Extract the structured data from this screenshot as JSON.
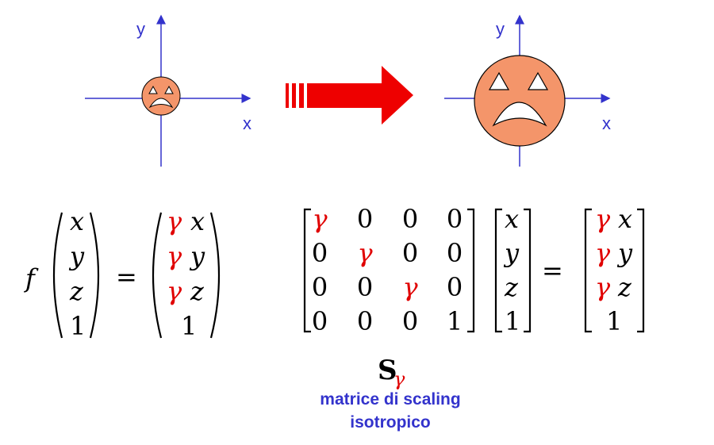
{
  "axes": {
    "x_label": "x",
    "y_label": "y"
  },
  "left_equation": {
    "function": "f",
    "input": [
      "x",
      "y",
      "z",
      "1"
    ],
    "equals": "=",
    "output": [
      {
        "coef": "γ",
        "var": "x"
      },
      {
        "coef": "γ",
        "var": "y"
      },
      {
        "coef": "γ",
        "var": "z"
      },
      {
        "coef": "",
        "var": "1"
      }
    ]
  },
  "matrix_equation": {
    "matrix": [
      [
        "γ",
        "0",
        "0",
        "0"
      ],
      [
        "0",
        "γ",
        "0",
        "0"
      ],
      [
        "0",
        "0",
        "γ",
        "0"
      ],
      [
        "0",
        "0",
        "0",
        "1"
      ]
    ],
    "vector": [
      "x",
      "y",
      "z",
      "1"
    ],
    "equals": "=",
    "result": [
      {
        "coef": "γ",
        "var": "x"
      },
      {
        "coef": "γ",
        "var": "y"
      },
      {
        "coef": "γ",
        "var": "z"
      },
      {
        "coef": "",
        "var": "1"
      }
    ]
  },
  "matrix_symbol": {
    "base": "S",
    "subscript": "γ"
  },
  "caption": {
    "line1": "matrice di scaling",
    "line2": "isotropico"
  },
  "colors": {
    "axis": "#3333cc",
    "face_fill": "#f4956a",
    "arrow": "#ee0000",
    "gamma": "#e00000"
  }
}
